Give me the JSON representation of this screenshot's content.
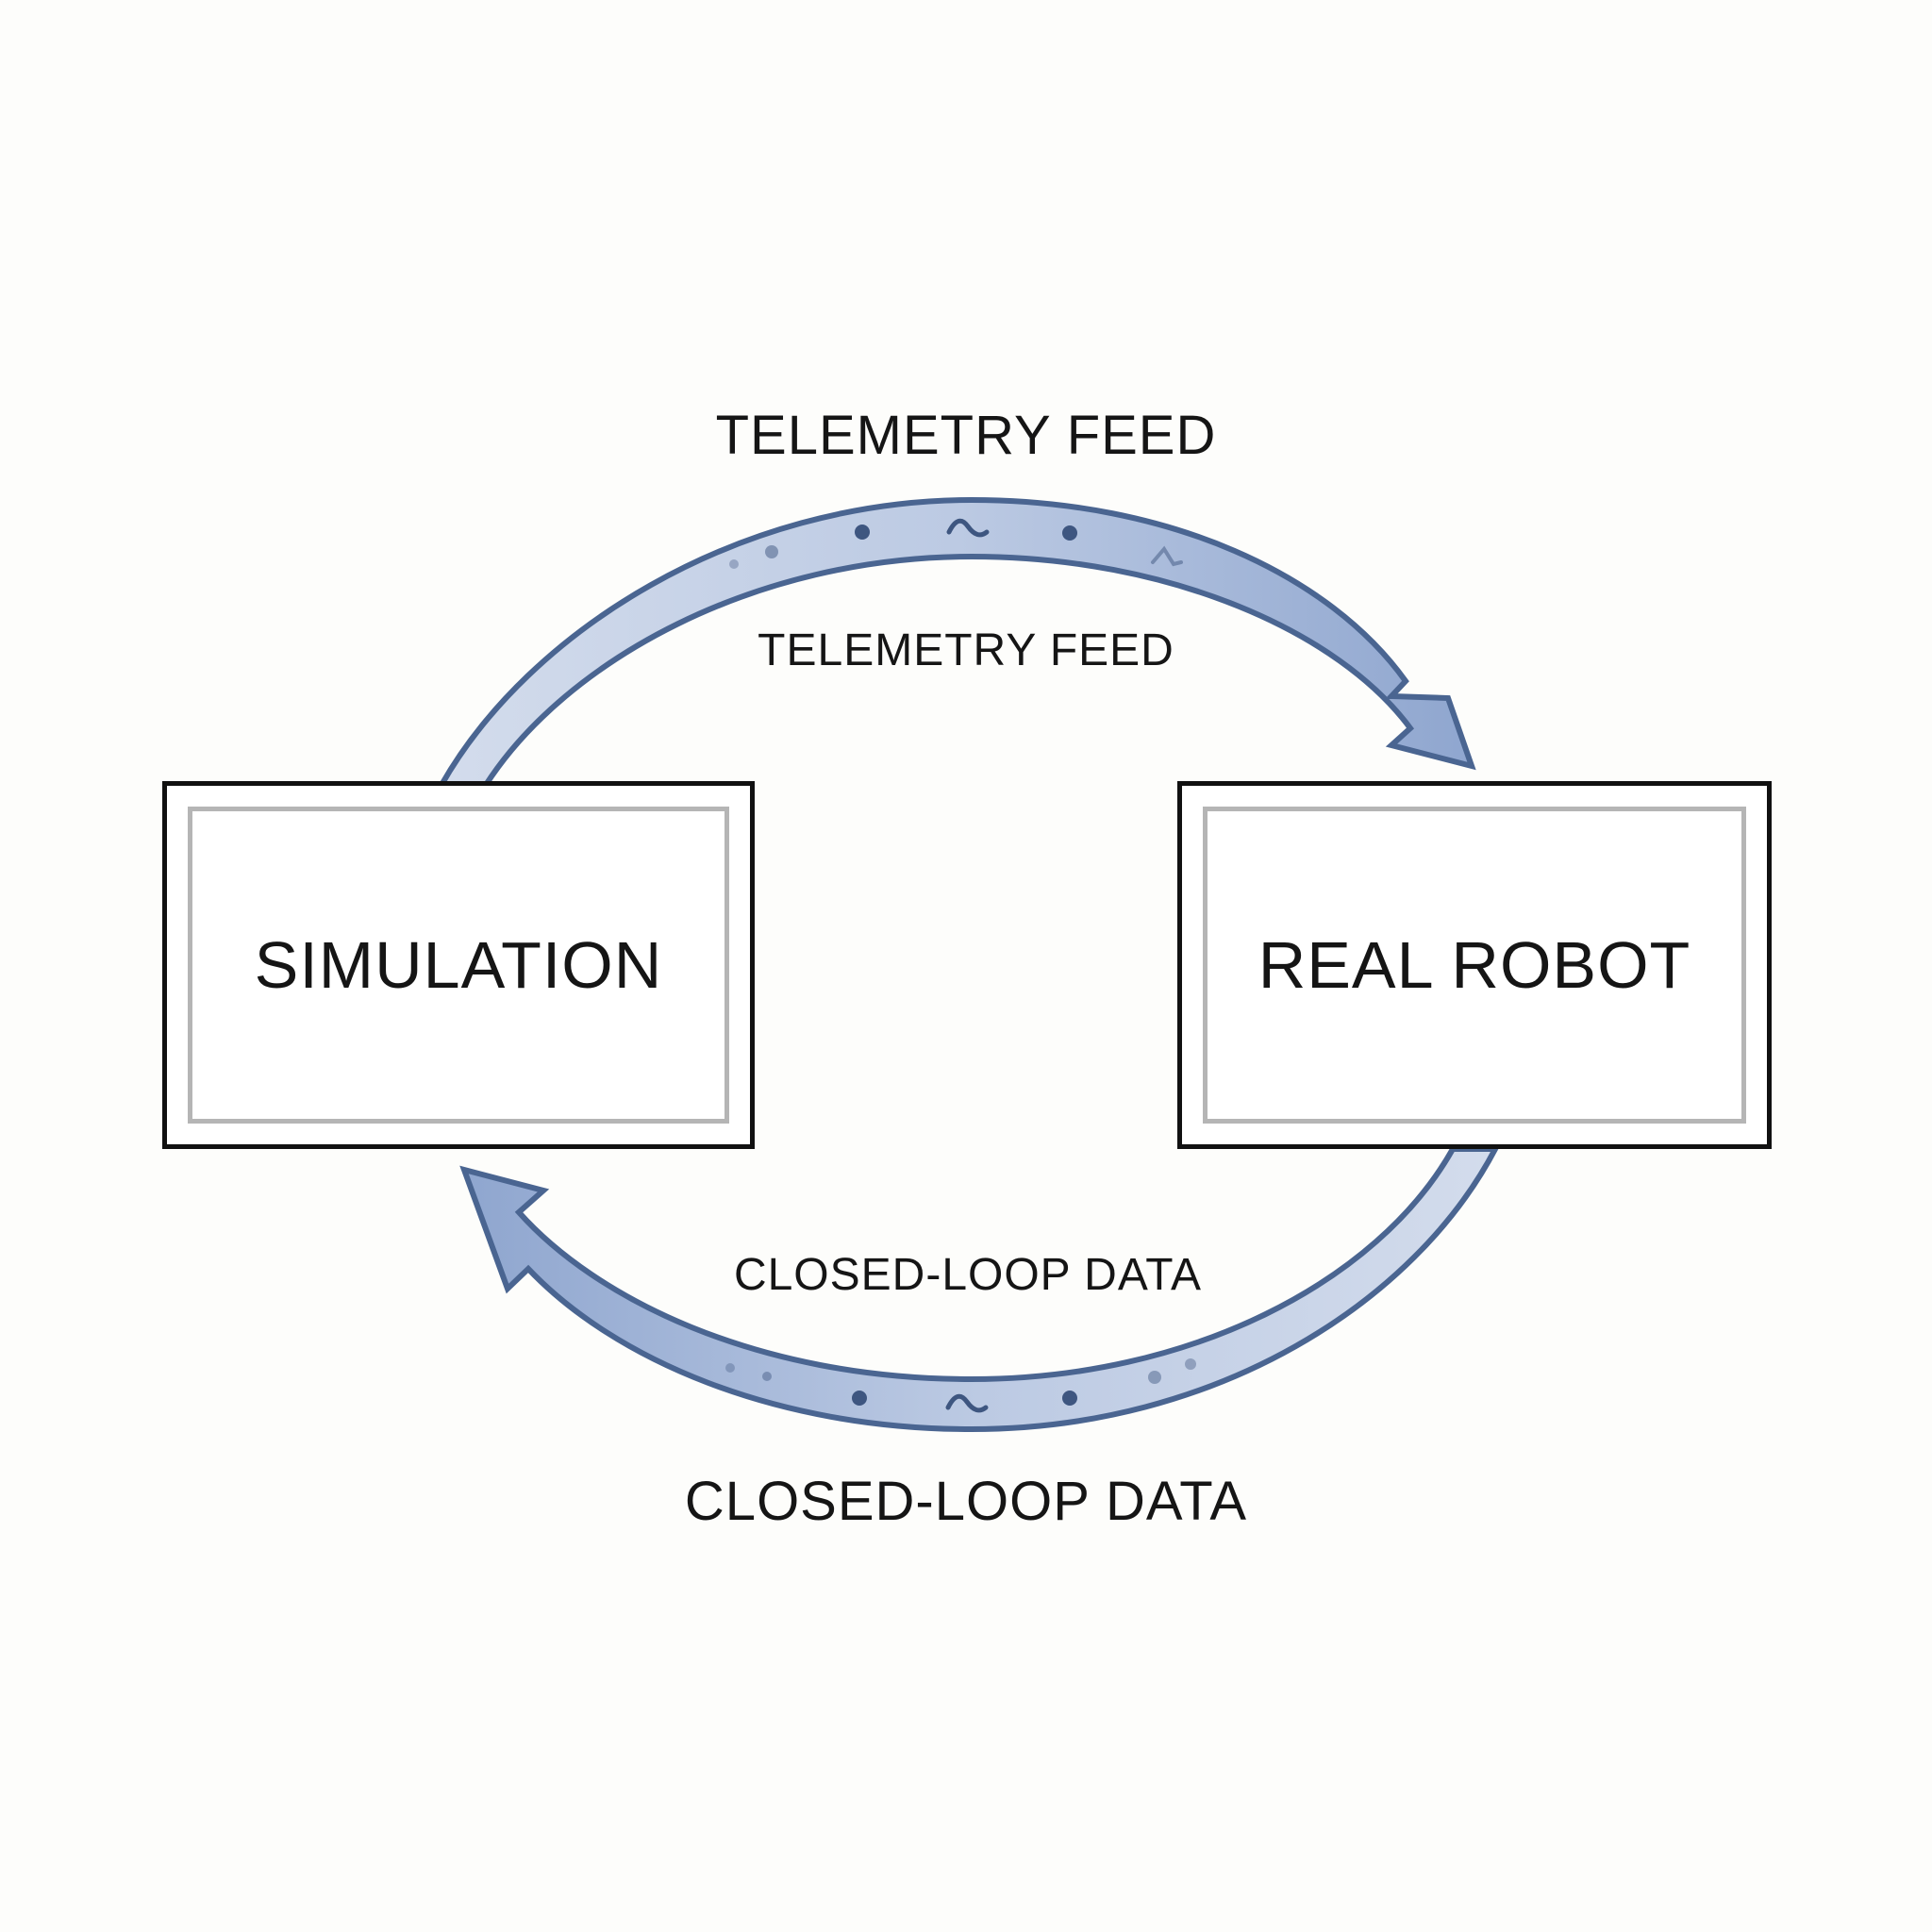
{
  "diagram": {
    "title": "Simulation to Real Robot Loop",
    "nodes": [
      {
        "id": "simulation",
        "label": "SIMULATION"
      },
      {
        "id": "real_robot",
        "label": "REAL ROBOT"
      }
    ],
    "edges": [
      {
        "from": "simulation",
        "to": "real_robot",
        "outer_label": "TELEMETRY FEED",
        "inner_label": "TELEMETRY FEED",
        "markers": [
          "dot",
          "dot",
          "dot",
          "wave",
          "dot",
          "spike"
        ]
      },
      {
        "from": "real_robot",
        "to": "simulation",
        "outer_label": "CLOSED-LOOP DATA",
        "inner_label": "CLOSED-LOOP DATA",
        "markers": [
          "dot",
          "dot",
          "dot",
          "wave",
          "dot",
          "dot",
          "dot"
        ]
      }
    ]
  },
  "colors": {
    "arrow_fill": "#b9c8e2",
    "arrow_outline": "#4a6591",
    "marker": "#3e5680",
    "box_border": "#111111",
    "box_inner_border": "#b5b5b5",
    "text": "#151515",
    "background": "#fdfdfb"
  }
}
